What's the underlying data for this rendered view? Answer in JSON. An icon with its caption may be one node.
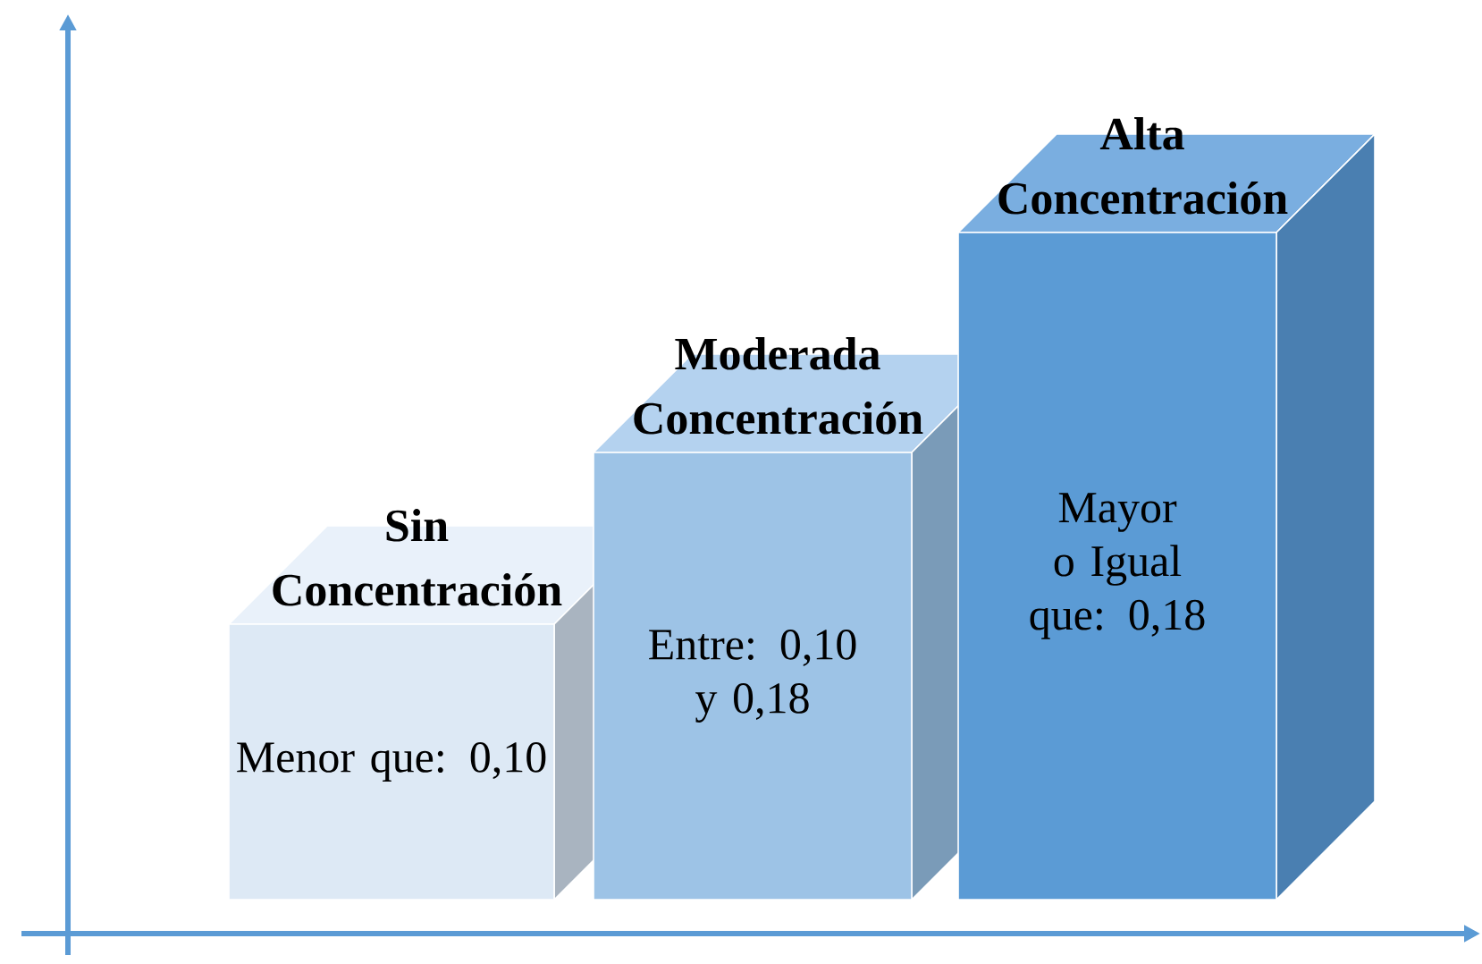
{
  "diagram": {
    "nodes": [
      {
        "text": [
          "Sin Concentración",
          "Menor que: 0,10"
        ]
      },
      {
        "text": [
          "Moderada Concentración",
          "Entre: 0,10 y 0,18"
        ]
      },
      {
        "text": [
          "Alta Concentración",
          "Mayor o Igual que: 0,18"
        ]
      }
    ]
  }
}
